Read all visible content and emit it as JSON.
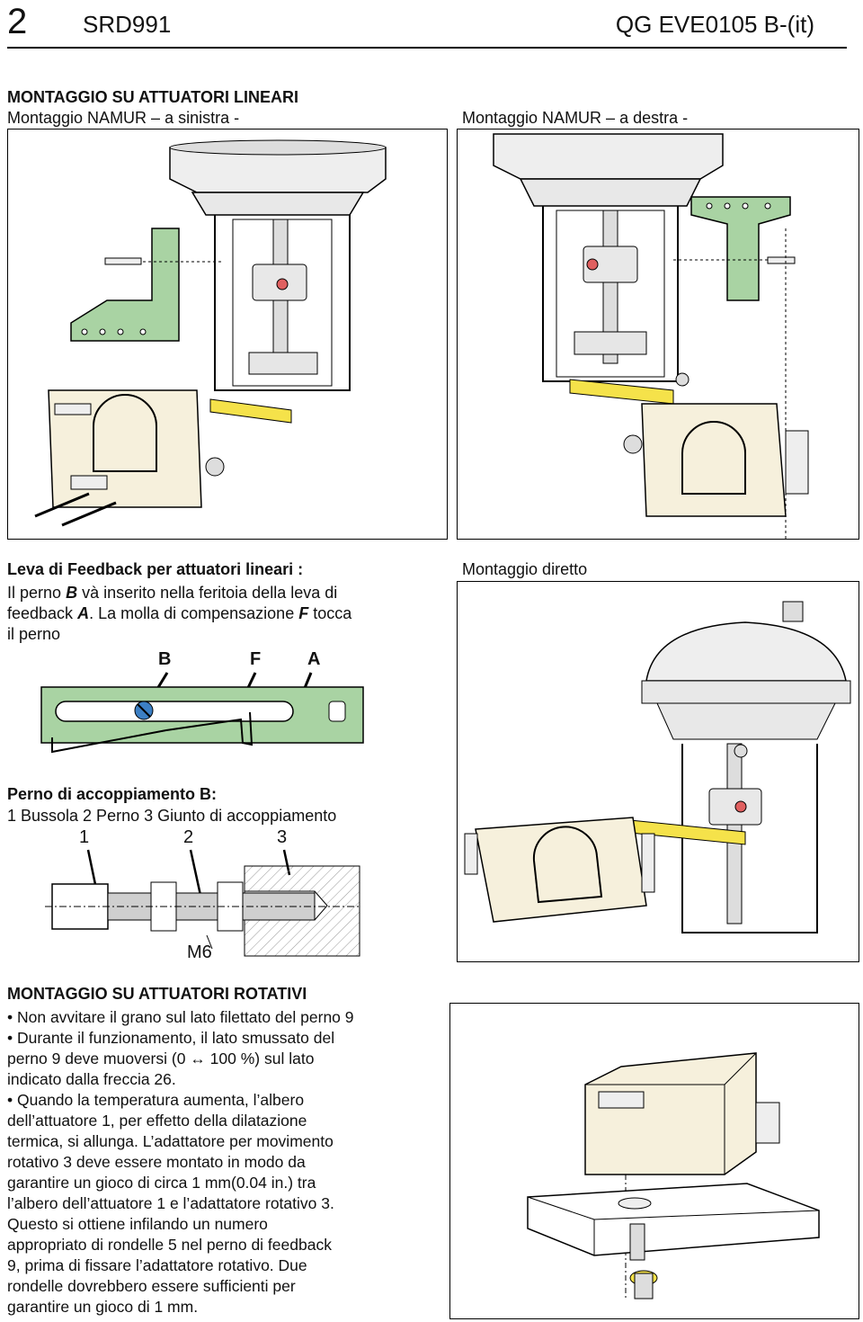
{
  "header": {
    "page_number": "2",
    "product": "SRD991",
    "doc_code": "QG EVE0105 B-(it)"
  },
  "linear": {
    "title": "MONTAGGIO SU ATTUATORI LINEARI",
    "left_label": "Montaggio NAMUR – a sinistra -",
    "right_label": "Montaggio NAMUR – a destra -"
  },
  "lever": {
    "title": "Leva di Feedback per attuatori lineari :",
    "line1": "Il perno",
    "B": "B",
    "line1b": "và inserito nella feritoia della leva di",
    "line2a": "feedback",
    "A": "A",
    "line2b": ". La molla di compensazione",
    "F": "F",
    "line2c": "tocca",
    "line3": "il perno",
    "label_B": "B",
    "label_F": "F",
    "label_A": "A"
  },
  "direct": {
    "title": "Montaggio diretto"
  },
  "pin": {
    "title": "Perno di accoppiamento B:",
    "legend": "1 Bussola  2 Perno  3 Giunto di accoppiamento",
    "n1": "1",
    "n2": "2",
    "n3": "3",
    "thread": "M6"
  },
  "rotary": {
    "title": "MONTAGGIO SU ATTUATORI ROTATIVI",
    "b1": "• Non avvitare il grano sul lato filettato del perno 9",
    "b2_l1": "• Durante il funzionamento, il lato smussato del",
    "b2_l2": "perno 9 deve muoversi (0 ↔ 100 %) sul lato",
    "b2_l3": "indicato dalla freccia 26.",
    "b3_l1": "• Quando la temperatura aumenta, l’albero",
    "b3_l2": "dell’attuatore 1, per effetto della dilatazione",
    "b3_l3": "termica, si allunga. L’adattatore per movimento",
    "b3_l4": "rotativo 3 deve essere montato in modo da",
    "b3_l5": "garantire un gioco di circa 1 mm(0.04 in.) tra",
    "b3_l6": "l’albero dell’attuatore 1 e l’adattatore rotativo 3.",
    "b3_l7": "Questo si ottiene infilando un numero",
    "b3_l8": "appropriato di rondelle 5 nel perno di feedback",
    "b3_l9": "9, prima di fissare l’adattatore rotativo. Due",
    "b3_l10": "rondelle dovrebbero essere sufficienti per",
    "b3_l11": "garantire un gioco di 1 mm."
  },
  "colors": {
    "bracket": "#a9d3a3",
    "lever": "#f5e24a",
    "body": "#f6f0dc",
    "pin": "#3c7fc4"
  }
}
